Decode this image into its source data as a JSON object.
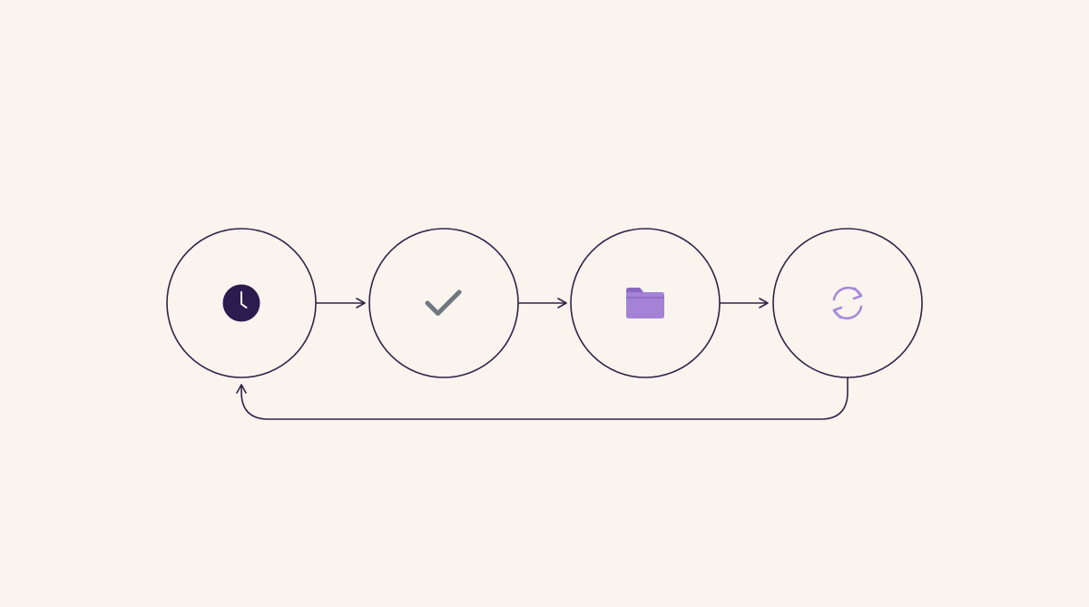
{
  "diagram": {
    "type": "cycle-flow",
    "steps": [
      {
        "id": "step-1",
        "icon": "clock-icon"
      },
      {
        "id": "step-2",
        "icon": "checkmark-icon"
      },
      {
        "id": "step-3",
        "icon": "folder-icon"
      },
      {
        "id": "step-4",
        "icon": "refresh-icon"
      }
    ],
    "connections": [
      {
        "from": "step-1",
        "to": "step-2"
      },
      {
        "from": "step-2",
        "to": "step-3"
      },
      {
        "from": "step-3",
        "to": "step-4"
      },
      {
        "from": "step-4",
        "to": "step-1",
        "style": "loop-back"
      }
    ]
  },
  "colors": {
    "background": "#faf4ef",
    "stroke": "#2f2447",
    "clock": "#2b1b4f",
    "check": "#6f7780",
    "folder": "#a483d6",
    "refresh": "#a78bd9"
  }
}
